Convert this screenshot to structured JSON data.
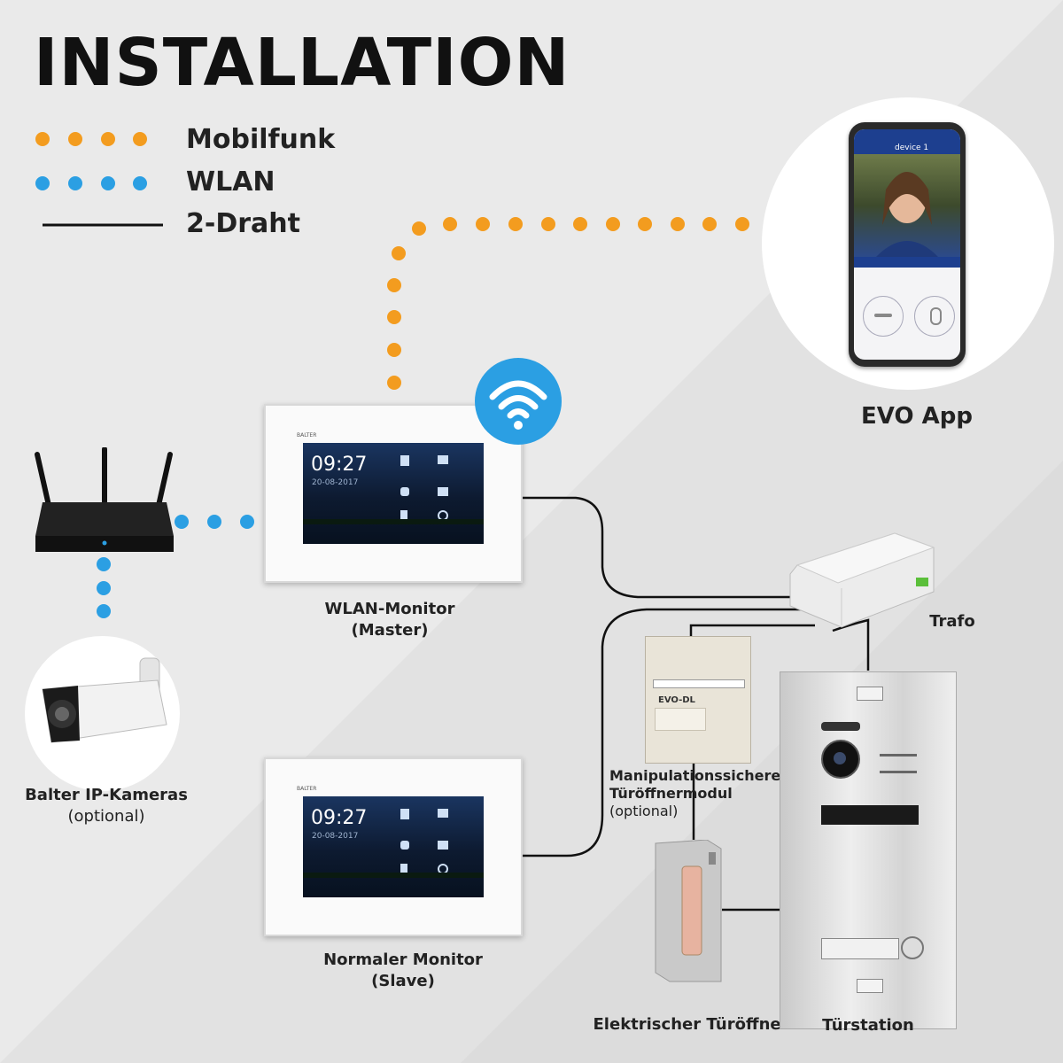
{
  "title": "INSTALLATION",
  "legend": [
    {
      "label": "Mobilfunk",
      "style": "dotted",
      "color": "#f39c1f"
    },
    {
      "label": "WLAN",
      "style": "dotted",
      "color": "#2b9fe3"
    },
    {
      "label": "2-Draht",
      "style": "solid",
      "color": "#111111"
    }
  ],
  "components": {
    "evo_app": "EVO App",
    "wlan_monitor_line1": "WLAN-Monitor",
    "wlan_monitor_line2": "(Master)",
    "ip_cameras_line1": "Balter IP-Kameras",
    "ip_cameras_line2": "(optional)",
    "normal_monitor_line1": "Normaler Monitor",
    "normal_monitor_line2": "(Slave)",
    "trafo": "Trafo",
    "module_line1": "Manipulationssicherer",
    "module_line2": "Türöffnermodul",
    "module_line3": "(optional)",
    "door_opener": "Elektrischer Türöffner",
    "door_station": "Türstation"
  },
  "monitor_screen": {
    "time": "09:27",
    "date": "20-08-2017",
    "brand": "BALTER"
  },
  "phone_screen": {
    "device_name": "device 1"
  },
  "module_screen": {
    "name": "EVO-DL"
  },
  "colors": {
    "mobilfunk": "#f39c1f",
    "wlan": "#2b9fe3",
    "wire": "#111111"
  }
}
